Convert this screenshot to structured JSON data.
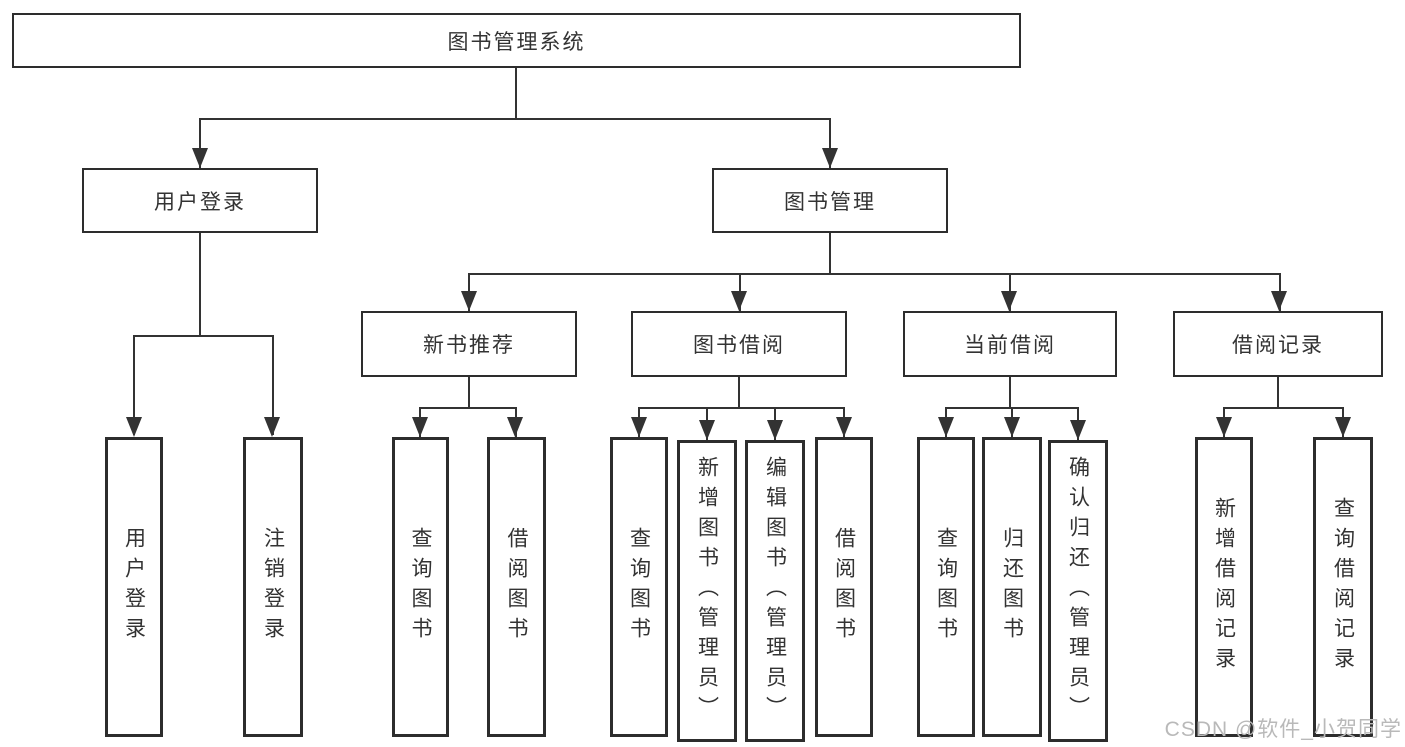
{
  "nodes": {
    "root": "图书管理系统",
    "level1": [
      "用户登录",
      "图书管理"
    ],
    "level2": [
      "新书推荐",
      "图书借阅",
      "当前借阅",
      "借阅记录"
    ],
    "level3": {
      "user_login": [
        "用户登录",
        "注销登录"
      ],
      "new_books": [
        "查询图书",
        "借阅图书"
      ],
      "book_borrow": [
        "查询图书",
        "新增图书（管理员）",
        "编辑图书（管理员）",
        "借阅图书"
      ],
      "current_borrow": [
        "查询图书",
        "归还图书",
        "确认归还（管理员）"
      ],
      "borrow_records": [
        "新增借阅记录",
        "查询借阅记录"
      ]
    }
  },
  "watermark": {
    "text": "CSDN @软件_小贺同学"
  },
  "colors": {
    "line": "#333333",
    "text": "#333333",
    "box_border": "#2d2d2d",
    "watermark": "#b9b9b9",
    "background": "#ffffff"
  }
}
